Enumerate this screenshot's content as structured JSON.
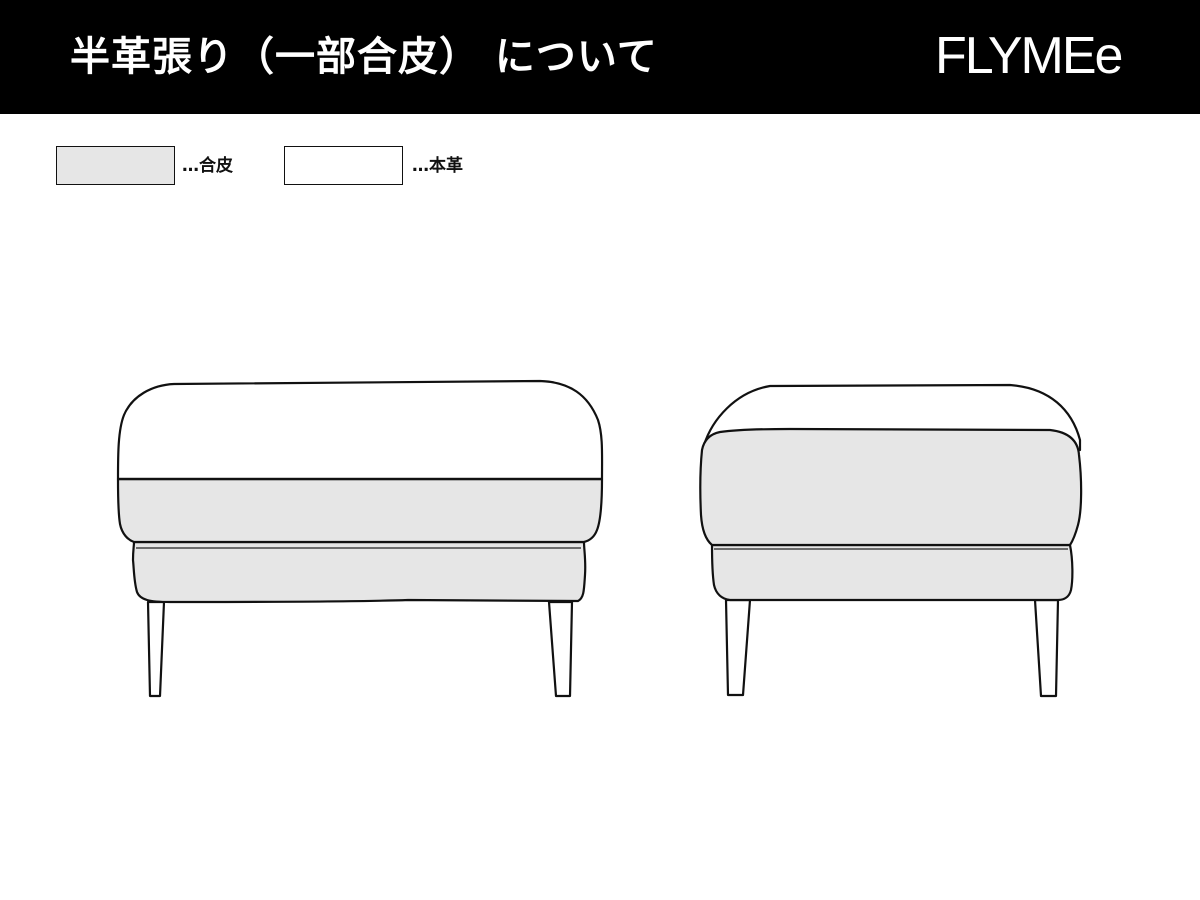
{
  "header": {
    "title": "半革張り（一部合皮） について",
    "brand": "FLYMEe",
    "background_color": "#000000",
    "text_color": "#ffffff"
  },
  "legend": {
    "items": [
      {
        "label": "…合皮",
        "meaning": "synthetic leather",
        "swatch_color": "#e6e6e6"
      },
      {
        "label": "…本革",
        "meaning": "genuine leather",
        "swatch_color": "#ffffff"
      }
    ]
  },
  "colors": {
    "synthetic_fill": "#e6e6e6",
    "genuine_fill": "#ffffff",
    "outline": "#111111"
  },
  "diagram": {
    "views": [
      {
        "name": "front-view",
        "description": "Ottoman front view: top cushion genuine leather (white) on upper half, synthetic (gray) lower cushion band and base"
      },
      {
        "name": "side-view",
        "description": "Ottoman side view: top surface genuine leather (white), cushion side and base synthetic (gray)"
      }
    ]
  }
}
